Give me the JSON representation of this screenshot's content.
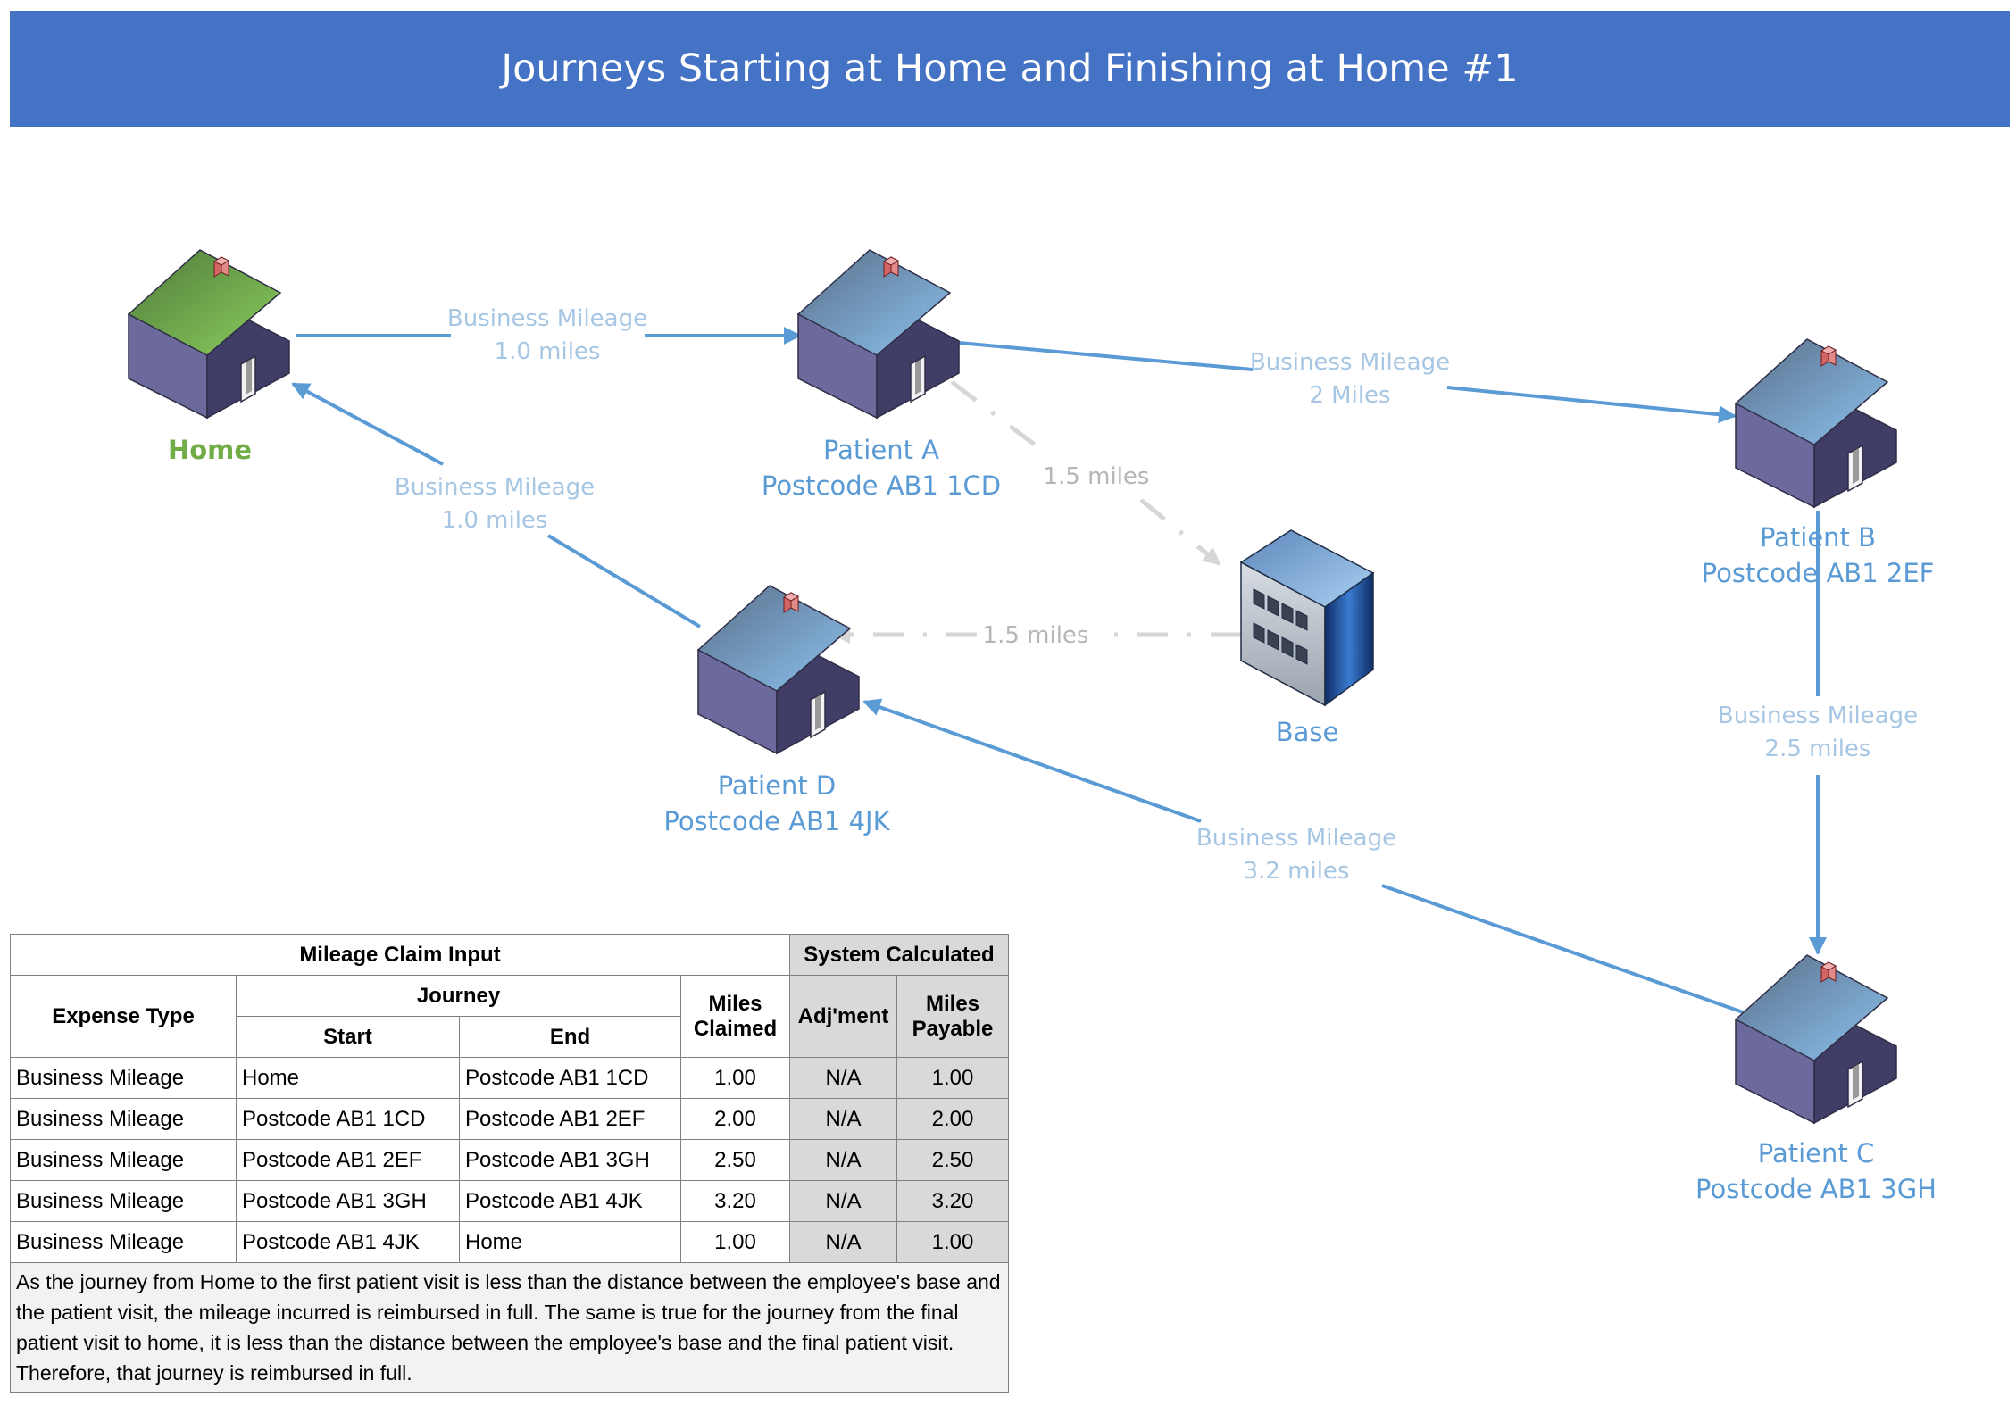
{
  "title": "Journeys Starting at Home and Finishing at Home #1",
  "colors": {
    "banner": "#4472c4",
    "arrow": "#5b9bd5",
    "edge_label": "#a7c6e3",
    "node_label": "#5b9bd5",
    "home_label": "#70ad47",
    "dashed": "#d6d6d6",
    "system_column": "#d9d9d9"
  },
  "nodes": {
    "home": {
      "label": "Home",
      "icon": "house-green-icon"
    },
    "patient_a": {
      "name": "Patient A",
      "postcode": "Postcode AB1 1CD",
      "icon": "house-icon"
    },
    "patient_b": {
      "name": "Patient B",
      "postcode": "Postcode AB1 2EF",
      "icon": "house-icon"
    },
    "patient_c": {
      "name": "Patient C",
      "postcode": "Postcode AB1 3GH",
      "icon": "house-icon"
    },
    "patient_d": {
      "name": "Patient D",
      "postcode": "Postcode AB1 4JK",
      "icon": "house-icon"
    },
    "base": {
      "label": "Base",
      "icon": "office-building-icon"
    }
  },
  "edges": {
    "home_to_a": {
      "label": "Business Mileage",
      "miles": "1.0 miles"
    },
    "a_to_b": {
      "label": "Business Mileage",
      "miles": "2 Miles"
    },
    "b_to_c": {
      "label": "Business Mileage",
      "miles": "2.5 miles"
    },
    "c_to_d": {
      "label": "Business Mileage",
      "miles": "3.2 miles"
    },
    "d_to_home": {
      "label": "Business Mileage",
      "miles": "1.0 miles"
    },
    "a_to_base": {
      "miles": "1.5 miles"
    },
    "base_to_d": {
      "miles": "1.5 miles"
    }
  },
  "table": {
    "group_input": "Mileage Claim Input",
    "group_system": "System Calculated",
    "headers": {
      "expense_type": "Expense Type",
      "journey": "Journey",
      "start": "Start",
      "end": "End",
      "miles_claimed_line1": "Miles",
      "miles_claimed_line2": "Claimed",
      "adjustment": "Adj'ment",
      "miles_payable_line1": "Miles",
      "miles_payable_line2": "Payable"
    },
    "rows": [
      {
        "expense": "Business Mileage",
        "start": "Home",
        "end": "Postcode AB1 1CD",
        "claimed": "1.00",
        "adj": "N/A",
        "payable": "1.00"
      },
      {
        "expense": "Business Mileage",
        "start": "Postcode AB1 1CD",
        "end": "Postcode AB1 2EF",
        "claimed": "2.00",
        "adj": "N/A",
        "payable": "2.00"
      },
      {
        "expense": "Business Mileage",
        "start": "Postcode AB1 2EF",
        "end": "Postcode AB1 3GH",
        "claimed": "2.50",
        "adj": "N/A",
        "payable": "2.50"
      },
      {
        "expense": "Business Mileage",
        "start": "Postcode AB1 3GH",
        "end": "Postcode AB1 4JK",
        "claimed": "3.20",
        "adj": "N/A",
        "payable": "3.20"
      },
      {
        "expense": "Business Mileage",
        "start": "Postcode AB1 4JK",
        "end": "Home",
        "claimed": "1.00",
        "adj": "N/A",
        "payable": "1.00"
      }
    ],
    "note": "As the journey from Home to the first patient visit is less than the distance between the employee's base and the patient visit, the mileage incurred is reimbursed in full.  The same is true for the journey from the final patient visit to home, it is less than the distance between the employee's base and the final patient visit.  Therefore, that journey is reimbursed in full."
  }
}
